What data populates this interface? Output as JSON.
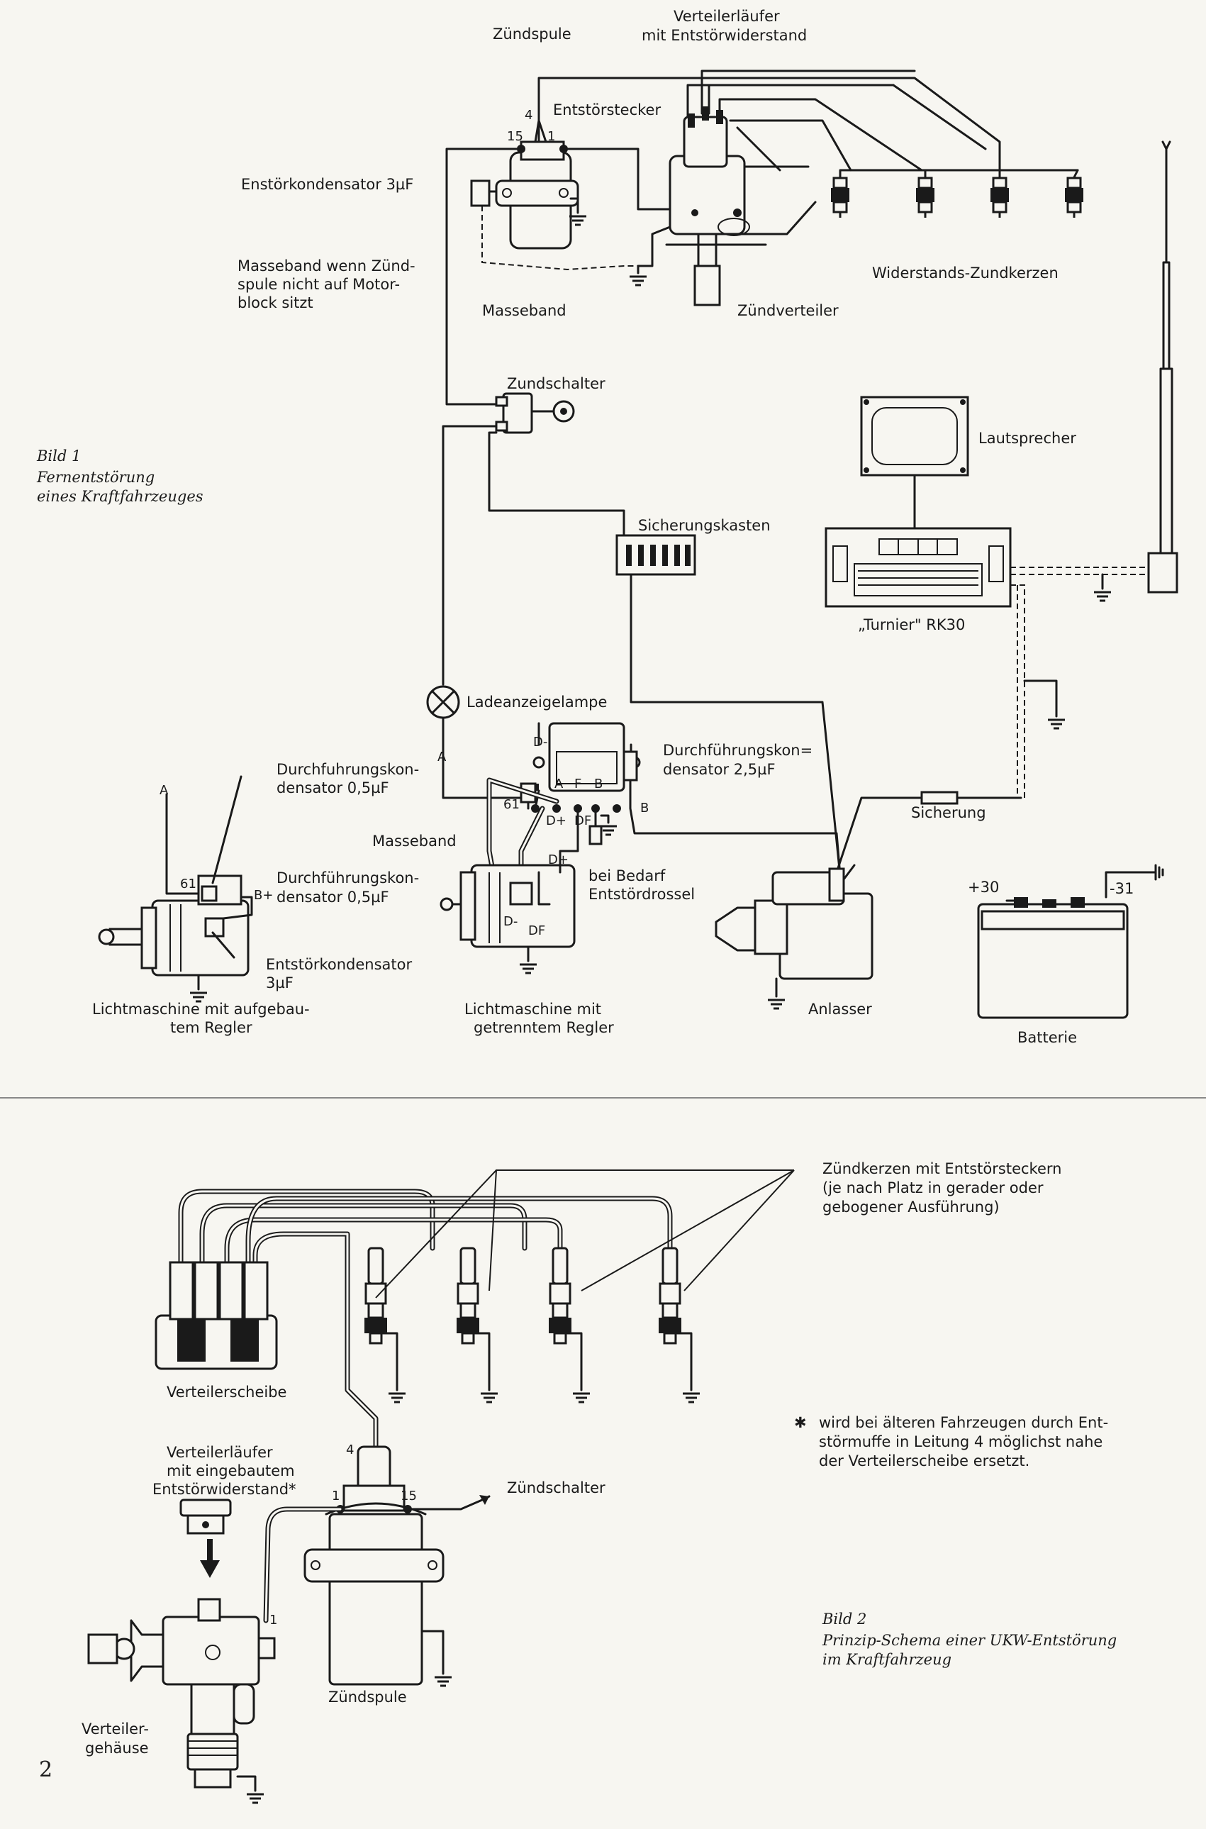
{
  "page_number": "2",
  "figure1": {
    "caption_title": "Bild 1",
    "caption_lines": [
      "Fernentstörung",
      "eines Kraftfahrzeuges"
    ],
    "labels": {
      "zuendspule": "Zündspule",
      "verteilerlaeufer_1": "Verteilerläufer",
      "verteilerlaeufer_2": "mit Entstörwiderstand",
      "entstoerstecker": "Entstörstecker",
      "kondensator_3": "Enstörkondensator 3µF",
      "masseband_note_1": "Masseband wenn Zünd-",
      "masseband_note_2": "spule nicht auf Motor-",
      "masseband_note_3": "block sitzt",
      "masseband": "Masseband",
      "zuendverteiler": "Zündverteiler",
      "widerstands_zuendkerzen": "Widerstands-Zundkerzen",
      "zuendschalter": "Zundschalter",
      "lautsprecher": "Lautsprecher",
      "sicherungskasten": "Sicherungskasten",
      "radio": "„Turnier\" RK30",
      "ladeanzeigelampe": "Ladeanzeigelampe",
      "durchf_25_1": "Durchführungskon=",
      "durchf_25_2": "densator 2,5µF",
      "durchf_05a_1": "Durchfuhrungskon-",
      "durchf_05a_2": "densator 0,5µF",
      "masseband_2": "Masseband",
      "durchf_05b_1": "Durchführungskon-",
      "durchf_05b_2": "densator 0,5µF",
      "bei_bedarf_1": "bei Bedarf",
      "bei_bedarf_2": "Entstördrossel",
      "sicherung": "Sicherung",
      "entstoerkondensator_1": "Entstörkondensator",
      "entstoerkondensator_2": "3µF",
      "lima_1_line1": "Lichtmaschine mit aufgebau-",
      "lima_1_line2": "tem Regler",
      "lima_2_line1": "Lichtmaschine mit",
      "lima_2_line2": "getrenntem Regler",
      "anlasser": "Anlasser",
      "batterie": "Batterie",
      "plus30": "+30",
      "minus31": "-31",
      "t_A": "A",
      "t_A2": "A",
      "t_61a": "61",
      "t_61b": "61",
      "t_Bplus": "B+",
      "t_Dminus_top": "D-",
      "t_Aterm": "A",
      "t_Fterm": "F",
      "t_Bterm": "B",
      "t_Dplus": "D+",
      "t_DF": "DF",
      "t_Bside": "B",
      "t_Dplus2": "D+",
      "t_Dminus": "D-",
      "t_DF2": "DF",
      "t_4": "4",
      "t_15": "15",
      "t_1": "1"
    }
  },
  "figure2": {
    "caption_title": "Bild 2",
    "caption_lines": [
      "Prinzip-Schema einer UKW-Entstörung",
      "im Kraftfahrzeug"
    ],
    "labels": {
      "zuendkerzen_1": "Zündkerzen mit Entstörsteckern",
      "zuendkerzen_2": "(je nach Platz in gerader oder",
      "zuendkerzen_3": "gebogener Ausführung)",
      "verteilerscheibe": "Verteilerscheibe",
      "note_star": "✱",
      "note_1": "wird bei älteren Fahrzeugen durch Ent-",
      "note_2": "störmuffe in Leitung 4 möglichst nahe",
      "note_3": "der Verteilerscheibe ersetzt.",
      "laeufer_1": "Verteilerläufer",
      "laeufer_2": "mit eingebautem",
      "laeufer_3": "Entstörwiderstand*",
      "zuendschalter": "Zündschalter",
      "zuendspule": "Zündspule",
      "gehaeuse_1": "Verteiler-",
      "gehaeuse_2": "gehäuse",
      "t_4": "4",
      "t_1": "1",
      "t_15": "15",
      "t_1b": "1"
    }
  }
}
